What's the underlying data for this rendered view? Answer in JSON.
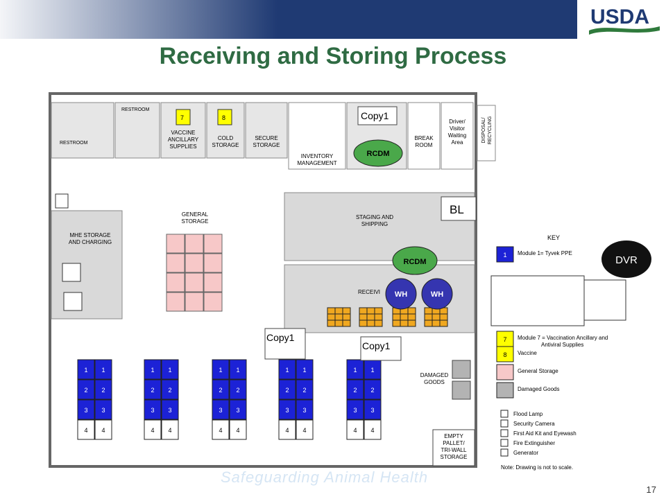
{
  "title": "Receiving and Storing Process",
  "logo_text": "USDA",
  "page_number": "17",
  "footer_faded_text": "Safeguarding Animal Health",
  "rooms": {
    "restroom_top": "RESTROOM",
    "restroom_left": "RESTROOM",
    "vaccine_ancillary": "VACCINE\nANCILLARY\nSUPPLIES",
    "cold_storage": "COLD\nSTORAGE",
    "secure_storage": "SECURE\nSTORAGE",
    "inventory_mgmt": "INVENTORY\nMANAGEMENT",
    "break_room": "BREAK\nROOM",
    "driver_area": "Driver/\nVisitor\nWaiting\nArea",
    "disposal": "DISPOSAL/\nRECYCLING",
    "general_storage": "GENERAL\nSTORAGE",
    "mhe_storage": "MHE STORAGE\nAND CHARGING",
    "staging": "STAGING AND\nSHIPPING",
    "receiving": "RECEIVI",
    "damaged_goods": "DAMAGED\nGOODS",
    "empty_pallet": "EMPTY\nPALLET/\nTRI-WALL\nSTORAGE"
  },
  "room_numbers": {
    "vaccine_ancillary": "7",
    "cold_storage": "8"
  },
  "overlays": {
    "copy1_top": "Copy1",
    "copy1_mid": "Copy1",
    "copy1_right": "Copy1",
    "bl": "BL",
    "rcdm_top": "RCDM",
    "rcdm_mid": "RCDM",
    "wh1": "WH",
    "wh2": "WH",
    "dvr": "DVR"
  },
  "rack_labels": [
    "1",
    "2",
    "3",
    "4"
  ],
  "key": {
    "title": "KEY",
    "items": [
      {
        "swatch": "1",
        "label": "Module 1= Tyvek PPE",
        "color": "#1c22d6"
      },
      {
        "swatch": "7",
        "label": "Module 7 = Vaccination Ancillary and",
        "label2": "Antiviral  Supplies",
        "color": "#ffff00"
      },
      {
        "swatch": "8",
        "label": "Vaccine",
        "color": "#ffff00"
      },
      {
        "swatch": "",
        "label": "General Storage",
        "color": "#f7c8c8"
      },
      {
        "swatch": "",
        "label": "Damaged Goods",
        "color": "#b3b3b3"
      }
    ],
    "symbols": [
      {
        "label": "Flood Lamp"
      },
      {
        "label": "Security Camera"
      },
      {
        "label": "First Aid Kit and Eyewash"
      },
      {
        "label": "Fire Extinguisher"
      },
      {
        "label": "Generator"
      }
    ],
    "note": "Note: Drawing is not to scale."
  },
  "colors": {
    "title_green": "#2f6b43",
    "module_blue": "#1c22d6",
    "rcdm_green": "#4aa84a",
    "wh_blue": "#3535b0",
    "pallet_orange": "#f0a820",
    "pink": "#f7c8c8",
    "gray_zone": "#d9d9d9"
  }
}
